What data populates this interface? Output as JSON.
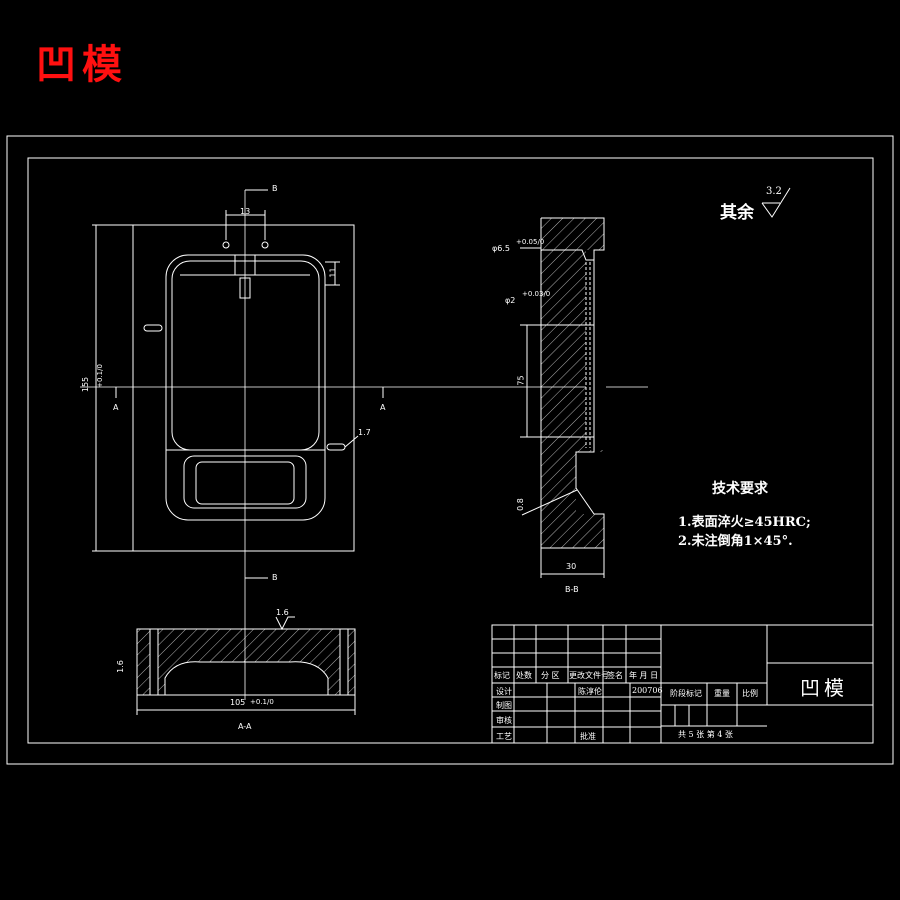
{
  "header": {
    "title": "凹模"
  },
  "surface_finish": {
    "prefix": "其余",
    "ra": "3.2"
  },
  "tech": {
    "heading": "技术要求",
    "items": [
      "1.表面淬火≥45HRC;",
      "2.未注倒角1×45°."
    ]
  },
  "views": {
    "front": {
      "section_b_top": "B",
      "section_b_bottom": "B",
      "section_a_left": "A",
      "section_a_right": "A",
      "dim_top_width": "13",
      "dim_step": "11",
      "dim_height": "155",
      "dim_height_tol": "+0.1/0",
      "roughness": "1.7"
    },
    "section_bb": {
      "label": "B-B",
      "dim_hole1": "φ6.5",
      "dim_hole1_tol": "+0.05/0",
      "dim_hole2": "φ2",
      "dim_hole2_tol": "+0.03/0",
      "dim_75": "75",
      "dim_bottom": "30",
      "roughness": "0.8"
    },
    "section_aa": {
      "label": "A-A",
      "dim_width": "105",
      "dim_width_tol": "+0.1/0",
      "roughness_top": "1.6",
      "roughness_left": "1.6"
    }
  },
  "title_block": {
    "part_name": "凹模",
    "rev_headers": [
      "标记",
      "处数",
      "分 区",
      "更改文件号",
      "签名",
      "年 月 日"
    ],
    "rows": [
      {
        "label": "设计",
        "name": "陈淳伦",
        "date": "200706"
      },
      {
        "label": "制图"
      },
      {
        "label": "审核"
      },
      {
        "label": "工艺",
        "approve": "批准"
      }
    ],
    "stage_label": "阶段标记",
    "weight_label": "重量",
    "scale_label": "比例",
    "sheets": "共 5 张  第 4 张"
  }
}
